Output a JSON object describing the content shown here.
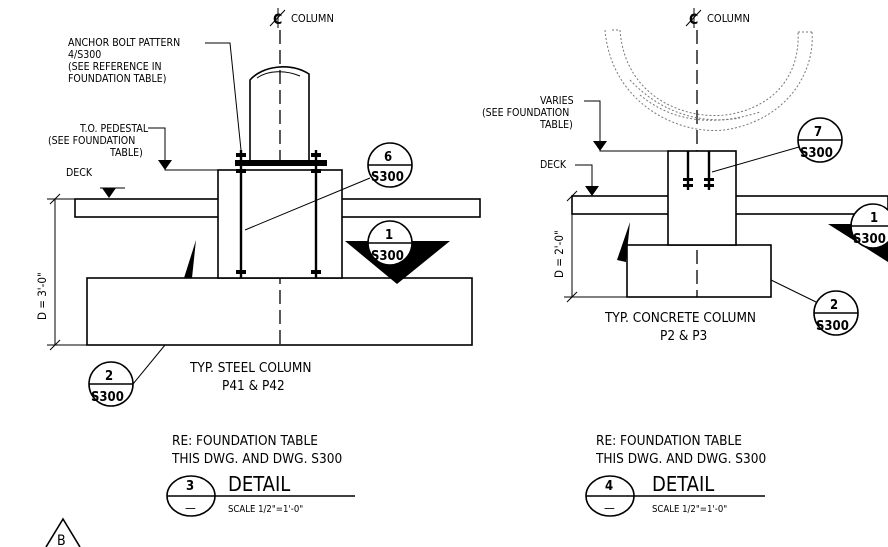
{
  "detail3": {
    "centerline": "COLUMN",
    "anchor_note": [
      "ANCHOR BOLT PATTERN",
      "4/S300",
      "(SEE REFERENCE IN",
      "FOUNDATION TABLE)"
    ],
    "pedestal_note": [
      "T.O. PEDESTAL",
      "(SEE FOUNDATION",
      "TABLE)"
    ],
    "deck": "DECK",
    "depth": "D = 3'-0\"",
    "tag_a": {
      "num": "6",
      "sheet": "S300"
    },
    "tag_b": {
      "num": "1",
      "sheet": "S300"
    },
    "tag_c": {
      "num": "2",
      "sheet": "S300"
    },
    "caption": [
      "TYP. STEEL COLUMN",
      "P41 & P42"
    ],
    "re_note": [
      "RE: FOUNDATION TABLE",
      "THIS DWG. AND DWG. S300"
    ],
    "title": {
      "num": "3",
      "sub": "—",
      "label": "DETAIL",
      "scale": "SCALE 1/2\"=1'-0\""
    }
  },
  "detail4": {
    "centerline": "COLUMN",
    "varies_note": [
      "VARIES",
      "(SEE FOUNDATION",
      "TABLE)"
    ],
    "deck": "DECK",
    "depth": "D = 2'-0\"",
    "tag_a": {
      "num": "7",
      "sheet": "S300"
    },
    "tag_b": {
      "num": "1",
      "sheet": "S300"
    },
    "tag_c": {
      "num": "2",
      "sheet": "S300"
    },
    "caption": [
      "TYP. CONCRETE COLUMN",
      "P2 & P3"
    ],
    "re_note": [
      "RE: FOUNDATION TABLE",
      "THIS DWG. AND DWG. S300"
    ],
    "title": {
      "num": "4",
      "sub": "—",
      "label": "DETAIL",
      "scale": "SCALE 1/2\"=1'-0\""
    }
  },
  "revision": "B"
}
